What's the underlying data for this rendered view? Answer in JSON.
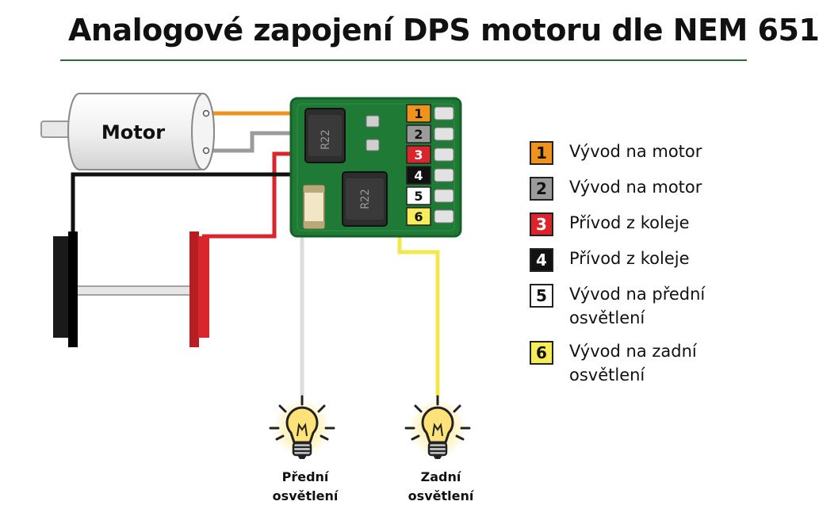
{
  "title": "Analogové zapojení DPS motoru dle NEM 651",
  "motor": {
    "label": "Motor"
  },
  "board": {
    "chip1": "R22",
    "chip2": "R22"
  },
  "pins": [
    {
      "number": "1",
      "color": "#f0921e",
      "text_color": "#111111"
    },
    {
      "number": "2",
      "color": "#9b9b9b",
      "text_color": "#111111"
    },
    {
      "number": "3",
      "color": "#d8262c",
      "text_color": "#ffffff"
    },
    {
      "number": "4",
      "color": "#111111",
      "text_color": "#ffffff"
    },
    {
      "number": "5",
      "color": "#ffffff",
      "text_color": "#111111"
    },
    {
      "number": "6",
      "color": "#f7ec5a",
      "text_color": "#111111"
    }
  ],
  "legend": [
    {
      "number": "1",
      "text": "Vývod na motor",
      "color": "#f0921e",
      "text_color": "#111111"
    },
    {
      "number": "2",
      "text": "Vývod na motor",
      "color": "#9b9b9b",
      "text_color": "#111111"
    },
    {
      "number": "3",
      "text": "Přívod z koleje",
      "color": "#d8262c",
      "text_color": "#ffffff"
    },
    {
      "number": "4",
      "text": "Přívod z koleje",
      "color": "#111111",
      "text_color": "#ffffff"
    },
    {
      "number": "5",
      "text_line1": "Vývod na přední",
      "text_line2": "osvětlení",
      "color": "#ffffff",
      "text_color": "#111111"
    },
    {
      "number": "6",
      "text_line1": "Vývod na zadní",
      "text_line2": "osvětlení",
      "color": "#f7ec5a",
      "text_color": "#111111"
    }
  ],
  "bulbs": [
    {
      "line1": "Přední",
      "line2": "osvětlení"
    },
    {
      "line1": "Zadní",
      "line2": "osvětlení"
    }
  ],
  "colors": {
    "board_green": "#1f7a35",
    "board_dark": "#16602a",
    "wire_orange": "#f0921e",
    "wire_gray": "#9b9b9b",
    "wire_red": "#d8262c",
    "wire_black": "#111111",
    "wire_white": "#dcdcdc",
    "wire_yellow": "#f2e74c",
    "bulb_glow": "#ffe27a"
  }
}
